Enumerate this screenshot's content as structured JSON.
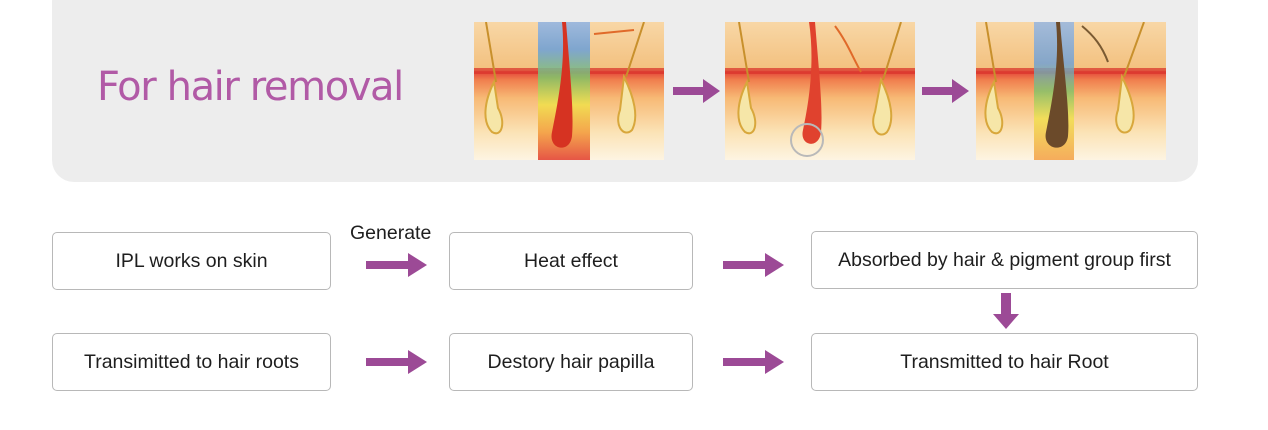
{
  "banner": {
    "title": "For hair removal"
  },
  "flow": {
    "generate_label": "Generate",
    "row1": [
      "IPL works on skin",
      "Heat effect",
      "Absorbed by hair & pigment group first"
    ],
    "row2": [
      "Transimitted to hair roots",
      "Destory hair papilla",
      "Transmitted to hair Root"
    ]
  },
  "colors": {
    "accent": "#b15aa6",
    "arrow": "#9c4a96",
    "banner_bg": "#ededed",
    "box_border": "#b8b8b8",
    "text": "#1e1e1e"
  }
}
